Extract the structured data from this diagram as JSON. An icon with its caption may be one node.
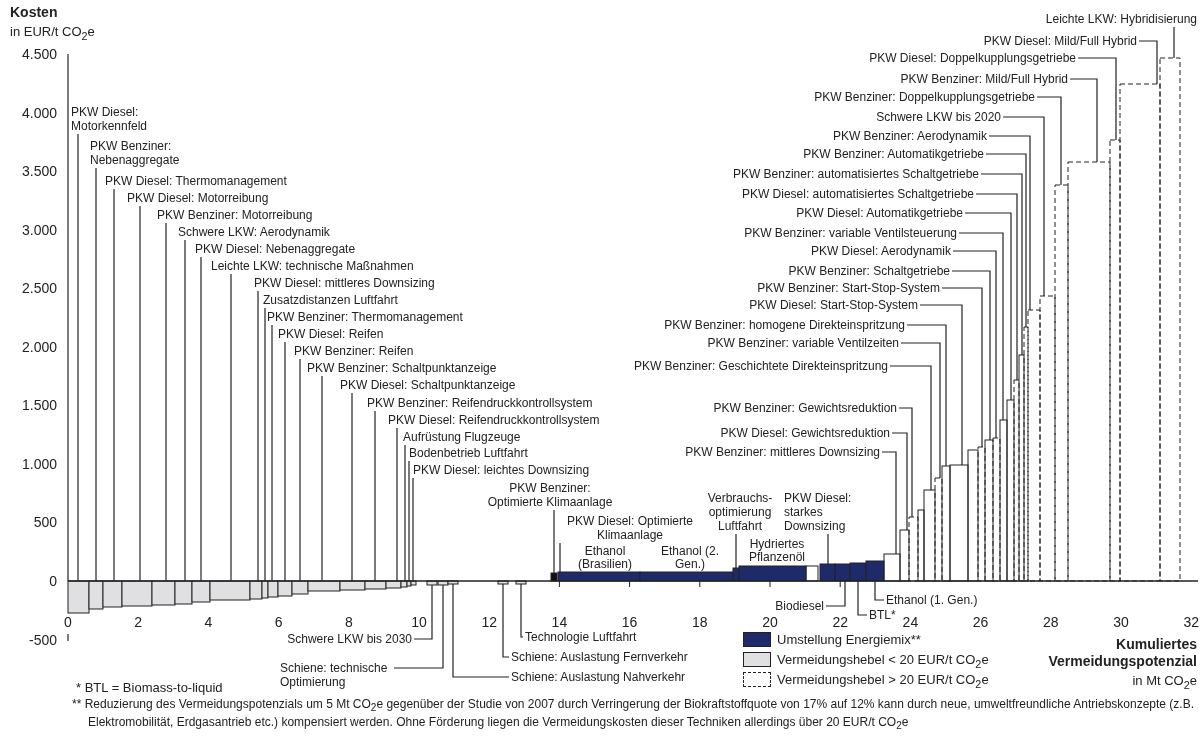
{
  "diagram": {
    "nodes": [
      {
        "text": [
          "PKW Diesel: Motorkennfeld"
        ]
      },
      {
        "text": [
          "PKW Benziner: Nebenaggregate"
        ]
      },
      {
        "text": [
          "PKW Diesel: Thermomanagement"
        ]
      },
      {
        "text": [
          "PKW Diesel: Motorreibung"
        ]
      },
      {
        "text": [
          "PKW Benziner: Motorreibung"
        ]
      },
      {
        "text": [
          "Schwere LKW: Aerodynamik"
        ]
      },
      {
        "text": [
          "PKW Diesel: Nebenaggregate"
        ]
      },
      {
        "text": [
          "Leichte LKW: technische Maßnahmen"
        ]
      },
      {
        "text": [
          "PKW Diesel: mittleres Downsizing"
        ]
      },
      {
        "text": [
          "Zusatzdistanzen Luftfahrt"
        ]
      },
      {
        "text": [
          "PKW Benziner: Thermomanagement"
        ]
      },
      {
        "text": [
          "PKW Diesel: Reifen"
        ]
      },
      {
        "text": [
          "PKW Benziner: Reifen"
        ]
      },
      {
        "text": [
          "PKW Benziner: Schaltpunktanzeige"
        ]
      },
      {
        "text": [
          "PKW Diesel: Schaltpunktanzeige"
        ]
      },
      {
        "text": [
          "PKW Benziner: Reifendruckkontrollsystem"
        ]
      },
      {
        "text": [
          "PKW Diesel: Reifendruckkontrollsystem"
        ]
      },
      {
        "text": [
          "Aufrüstung Flugzeuge"
        ]
      },
      {
        "text": [
          "Bodenbetrieb Luftfahrt"
        ]
      },
      {
        "text": [
          "PKW Diesel: leichtes Downsizing"
        ]
      },
      {
        "text": [
          "PKW Benziner: Optimierte Klimaanlage"
        ]
      },
      {
        "text": [
          "PKW Diesel: Optimierte Klimaanlage"
        ]
      },
      {
        "text": [
          "Verbrauchs- optimierung Luftfahrt"
        ]
      },
      {
        "text": [
          "PKW Diesel: starkes Downsizing"
        ]
      },
      {
        "text": [
          "Schwere LKW bis 2030"
        ]
      },
      {
        "text": [
          "Schiene: technische Optimierung"
        ]
      },
      {
        "text": [
          "Technologie Luftfahrt"
        ]
      },
      {
        "text": [
          "Schiene: Auslastung Fernverkehr"
        ]
      },
      {
        "text": [
          "Schiene: Auslastung Nahverkehr"
        ]
      },
      {
        "text": [
          "Biodiesel"
        ]
      },
      {
        "text": [
          "BTL*"
        ]
      },
      {
        "text": [
          "Ethanol (1. Gen.)"
        ]
      },
      {
        "text": [
          "Leichte LKW: Hybridisierung"
        ]
      },
      {
        "text": [
          "PKW Diesel: Mild/Full Hybrid"
        ]
      },
      {
        "text": [
          "PKW Diesel: Doppelkupplungsgetriebe"
        ]
      },
      {
        "text": [
          "PKW Benziner: Mild/Full Hybrid"
        ]
      },
      {
        "text": [
          "PKW Benziner: Doppelkupplungsgetriebe"
        ]
      },
      {
        "text": [
          "Schwere LKW bis 2020"
        ]
      },
      {
        "text": [
          "PKW Benziner: Aerodynamik"
        ]
      },
      {
        "text": [
          "PKW Benziner: Automatikgetriebe"
        ]
      },
      {
        "text": [
          "PKW Benziner: automatisiertes Schaltgetriebe"
        ]
      },
      {
        "text": [
          "PKW Diesel: automatisiertes Schaltgetriebe"
        ]
      },
      {
        "text": [
          "PKW Diesel: Automatikgetriebe"
        ]
      },
      {
        "text": [
          "PKW Benziner: variable Ventilsteuerung"
        ]
      },
      {
        "text": [
          "PKW Diesel: Aerodynamik"
        ]
      },
      {
        "text": [
          "PKW Benziner: Schaltgetriebe"
        ]
      },
      {
        "text": [
          "PKW Benziner: Start-Stop-System"
        ]
      },
      {
        "text": [
          "PKW Diesel: Start-Stop-System"
        ]
      },
      {
        "text": [
          "PKW Benziner: homogene Direkteinspritzung"
        ]
      },
      {
        "text": [
          "PKW Benziner: variable Ventilzeiten"
        ]
      },
      {
        "text": [
          "PKW Benziner: Geschichtete Direkteinspritzung"
        ]
      },
      {
        "text": [
          "PKW Benziner: Gewichtsreduktion"
        ]
      },
      {
        "text": [
          "PKW Diesel: Gewichtsreduktion"
        ]
      },
      {
        "text": [
          "PKW Benziner: mittleres Downsizing"
        ]
      },
      {
        "text": [],
        "shape": "bar"
      },
      {
        "text": [],
        "shape": "bar"
      },
      {
        "text": [],
        "shape": "bar"
      },
      {
        "text": [],
        "shape": "bar"
      },
      {
        "text": [],
        "shape": "bar"
      },
      {
        "text": [],
        "shape": "bar"
      },
      {
        "text": [],
        "shape": "bar"
      },
      {
        "text": [],
        "shape": "bar"
      },
      {
        "text": [],
        "shape": "bar"
      },
      {
        "text": [],
        "shape": "bar"
      },
      {
        "text": [],
        "shape": "bar"
      },
      {
        "text": [],
        "shape": "bar"
      },
      {
        "text": [],
        "shape": "bar"
      },
      {
        "text": [],
        "shape": "bar"
      },
      {
        "text": [],
        "shape": "bar"
      },
      {
        "text": [],
        "shape": "bar"
      },
      {
        "text": [],
        "shape": "bar"
      },
      {
        "text": [],
        "shape": "bar"
      },
      {
        "text": [],
        "shape": "bar"
      },
      {
        "text": [],
        "shape": "bar"
      },
      {
        "text": [],
        "shape": "bar"
      },
      {
        "text": [],
        "shape": "bar"
      },
      {
        "text": [],
        "shape": "bar"
      },
      {
        "text": [],
        "shape": "bar"
      },
      {
        "text": [],
        "shape": "bar"
      },
      {
        "text": [],
        "shape": "bar"
      },
      {
        "text": [],
        "shape": "bar"
      },
      {
        "text": [],
        "shape": "bar"
      },
      {
        "text": [],
        "shape": "bar"
      },
      {
        "text": [],
        "shape": "bar"
      },
      {
        "text": [],
        "shape": "bar"
      },
      {
        "text": [],
        "shape": "bar"
      },
      {
        "text": [],
        "shape": "bar"
      },
      {
        "text": [],
        "shape": "bar"
      },
      {
        "text": [],
        "shape": "bar"
      },
      {
        "text": [],
        "shape": "bar"
      },
      {
        "text": [],
        "shape": "bar"
      },
      {
        "text": [],
        "shape": "bar"
      },
      {
        "text": [],
        "shape": "bar"
      },
      {
        "text": [],
        "shape": "bar"
      },
      {
        "text": [],
        "shape": "bar"
      },
      {
        "text": [],
        "shape": "bar"
      },
      {
        "text": [],
        "shape": "bar"
      },
      {
        "text": [],
        "shape": "bar"
      },
      {
        "text": [],
        "shape": "bar"
      },
      {
        "text": [],
        "shape": "bar"
      },
      {
        "text": [],
        "shape": "bar"
      },
      {
        "text": [],
        "shape": "bar"
      },
      {
        "text": [],
        "shape": "bar"
      },
      {
        "text": [],
        "shape": "bar"
      },
      {
        "text": [],
        "shape": "bar"
      },
      {
        "text": [],
        "shape": "bar"
      },
      {
        "text": [],
        "shape": "bar"
      },
      {
        "text": [],
        "shape": "bar"
      },
      {
        "text": [],
        "shape": "bar"
      },
      {
        "text": [],
        "shape": "bar"
      },
      {
        "text": [],
        "shape": "bar"
      },
      {
        "text": [],
        "shape": "bar"
      },
      {
        "text": [],
        "shape": "bar"
      }
    ],
    "edges": [
      {
        "from": 0,
        "to": 54,
        "arrow": "none"
      },
      {
        "from": 1,
        "to": 55,
        "arrow": "none"
      },
      {
        "from": 2,
        "to": 56,
        "arrow": "none"
      },
      {
        "from": 3,
        "to": 57,
        "arrow": "none"
      },
      {
        "from": 4,
        "to": 58,
        "arrow": "none"
      },
      {
        "from": 5,
        "to": 59,
        "arrow": "none"
      },
      {
        "from": 6,
        "to": 60,
        "arrow": "none"
      },
      {
        "from": 7,
        "to": 61,
        "arrow": "none"
      },
      {
        "from": 8,
        "to": 62,
        "arrow": "none"
      },
      {
        "from": 9,
        "to": 63,
        "arrow": "none"
      },
      {
        "from": 10,
        "to": 64,
        "arrow": "none"
      },
      {
        "from": 11,
        "to": 65,
        "arrow": "none"
      },
      {
        "from": 12,
        "to": 66,
        "arrow": "none"
      },
      {
        "from": 13,
        "to": 67,
        "arrow": "none"
      },
      {
        "from": 14,
        "to": 68,
        "arrow": "none"
      },
      {
        "from": 15,
        "to": 69,
        "arrow": "none"
      },
      {
        "from": 16,
        "to": 70,
        "arrow": "none"
      },
      {
        "from": 17,
        "to": 71,
        "arrow": "none"
      },
      {
        "from": 18,
        "to": 72,
        "arrow": "none"
      },
      {
        "from": 19,
        "to": 73,
        "arrow": "none"
      },
      {
        "from": 20,
        "to": 79,
        "arrow": "none"
      },
      {
        "from": 21,
        "to": 80,
        "arrow": "none"
      },
      {
        "from": 22,
        "to": 82,
        "arrow": "none"
      },
      {
        "from": 23,
        "to": 85,
        "arrow": "none"
      },
      {
        "from": 24,
        "to": 74,
        "arrow": "none"
      },
      {
        "from": 25,
        "to": 75,
        "arrow": "none"
      },
      {
        "from": 26,
        "to": 78,
        "arrow": "none"
      },
      {
        "from": 27,
        "to": 77,
        "arrow": "none"
      },
      {
        "from": 28,
        "to": 76,
        "arrow": "none"
      },
      {
        "from": 29,
        "to": 86,
        "arrow": "none"
      },
      {
        "from": 30,
        "to": 87,
        "arrow": "none"
      },
      {
        "from": 31,
        "to": 88,
        "arrow": "none"
      },
      {
        "from": 32,
        "to": 112,
        "arrow": "none"
      },
      {
        "from": 33,
        "to": 111,
        "arrow": "none"
      },
      {
        "from": 34,
        "to": 110,
        "arrow": "none"
      },
      {
        "from": 35,
        "to": 109,
        "arrow": "none"
      },
      {
        "from": 36,
        "to": 108,
        "arrow": "none"
      },
      {
        "from": 37,
        "to": 107,
        "arrow": "none"
      },
      {
        "from": 38,
        "to": 106,
        "arrow": "none"
      },
      {
        "from": 39,
        "to": 105,
        "arrow": "none"
      },
      {
        "from": 40,
        "to": 104,
        "arrow": "none"
      },
      {
        "from": 41,
        "to": 103,
        "arrow": "none"
      },
      {
        "from": 42,
        "to": 102,
        "arrow": "none"
      },
      {
        "from": 43,
        "to": 101,
        "arrow": "none"
      },
      {
        "from": 44,
        "to": 100,
        "arrow": "none"
      },
      {
        "from": 45,
        "to": 99,
        "arrow": "none"
      },
      {
        "from": 46,
        "to": 98,
        "arrow": "none"
      },
      {
        "from": 47,
        "to": 96,
        "arrow": "none"
      },
      {
        "from": 48,
        "to": 95,
        "arrow": "none"
      },
      {
        "from": 49,
        "to": 94,
        "arrow": "none"
      },
      {
        "from": 50,
        "to": 93,
        "arrow": "none"
      },
      {
        "from": 51,
        "to": 91,
        "arrow": "none"
      },
      {
        "from": 52,
        "to": 90,
        "arrow": "none"
      },
      {
        "from": 53,
        "to": 89,
        "arrow": "none"
      }
    ],
    "labels": [
      "Kosten",
      "in EUR/t CO$_{2}$e",
      "4.500",
      "4.000",
      "3.500",
      "3.000",
      "2.500",
      "2.000",
      "1.500",
      "1.000",
      "500",
      "0",
      "-500",
      "Ethanol (Brasilien)",
      "Ethanol (2. Gen.)",
      "Hydriertes Pflanzenöl",
      "0",
      "2",
      "4",
      "6",
      "8",
      "10",
      "12",
      "14",
      "16",
      "18",
      "20",
      "22",
      "24",
      "26",
      "28",
      "30",
      "32",
      "Kumuliertes Vermeidungspotenzial",
      "in Mt CO$_{2}$e",
      "* BTL = Biomass-to-liquid",
      "** Reduzierung des Vermeidungspotenzials um 5 Mt CO$_{2}$e gegenüber der Studie von 2007 durch Verringerung der Biokraftstoffquote von 17% auf 12% kann durch neue, umweltfreundliche Antriebskonzepte (z.B. Elektromobilität, Erdgasantrieb etc.) kompensiert werden. Ohne Förderung liegen die Vermeidungskosten dieser Techniken allerdings über 20 EUR/t CO$_{2}$e"
    ],
    "legend": [
      {
        "text": "Umstellung Energiemix**",
        "color": "#1f2a6b"
      },
      {
        "text": "Vermeidungshebel < 20 EUR/t CO$_{2}$e",
        "color": "#e0e0e2"
      },
      {
        "text": "Vermeidungshebel > 20 EUR/t CO$_{2}$e"
      }
    ]
  }
}
